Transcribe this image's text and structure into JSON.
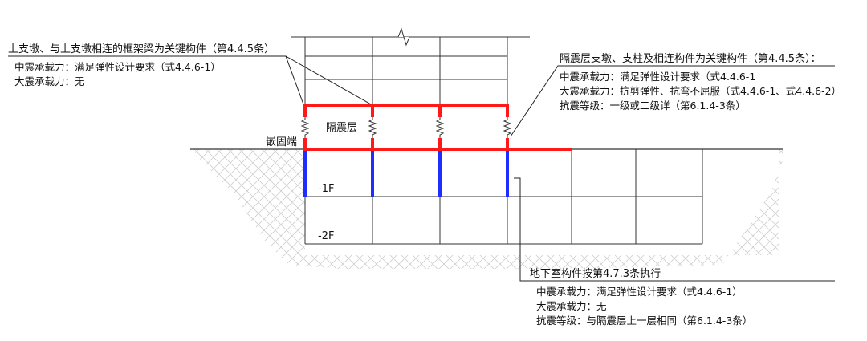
{
  "colors": {
    "isolation_frame": "#ff1a1a",
    "basement_columns": "#1f2dff",
    "structure_lines": "#333333",
    "leader_lines": "#222222",
    "ground_hatch": "#c8c8c8"
  },
  "labels": {
    "isolation_layer": "隔震层",
    "fixed_end": "嵌固端",
    "floor_b1": "-1F",
    "floor_b2": "-2F"
  },
  "annotations": {
    "upper_pier": {
      "title": "上支墩、与上支墩相连的框架梁为关键构件（第4.4.5条）",
      "lines": [
        "中震承载力：满足弹性设计要求（式4.4.6-1）",
        "大震承载力：无"
      ]
    },
    "isolation_support": {
      "title": "隔震层支墩、支柱及相连构件为关键构件（第4.4.5条）：",
      "lines": [
        "中震承载力：满足弹性设计要求（式4.4.6-1",
        "大震承载力：抗剪弹性、抗弯不屈服（式4.4.6-1、式4.4.6-2）",
        "抗震等级：一级或二级详（第6.1.4-3条）"
      ]
    },
    "basement": {
      "title": "地下室构件按第4.7.3条执行",
      "lines": [
        "中震承载力：满足弹性设计要求（式4.4.6-1）",
        "大震承载力：无",
        "抗震等级：与隔震层上一层相同（第6.1.4-3条）"
      ]
    }
  }
}
